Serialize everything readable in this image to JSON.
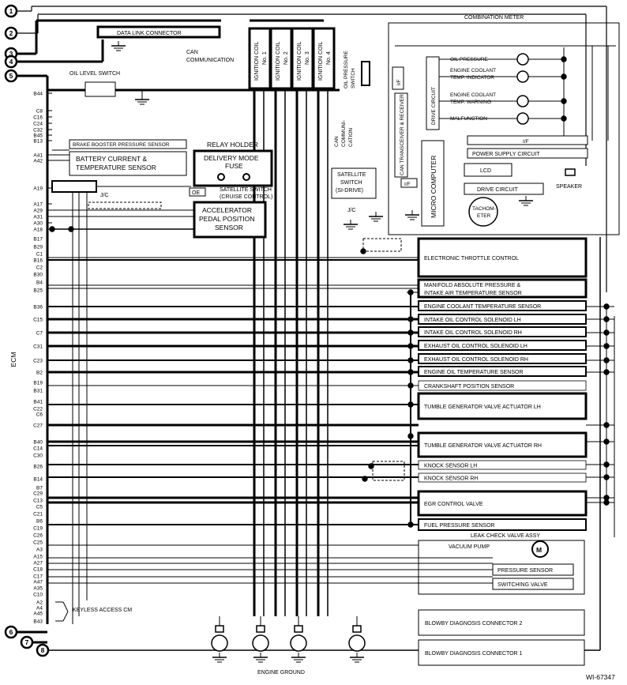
{
  "circles": [
    "1",
    "2",
    "3",
    "4",
    "5",
    "6",
    "7",
    "8"
  ],
  "ecm": {
    "label": "ECM",
    "pins_left": [
      "B44",
      "C8",
      "C16",
      "C24",
      "C32",
      "B45",
      "B13",
      "A41",
      "A42",
      "A19",
      "A17",
      "A29",
      "A31",
      "A30",
      "A18",
      "B17",
      "B29",
      "C1",
      "B16",
      "C2",
      "B30",
      "B4",
      "B25",
      "B36",
      "C15",
      "C7",
      "C31",
      "C23",
      "B2",
      "B19",
      "B31",
      "B41",
      "C22",
      "C6",
      "C27",
      "B40",
      "C14",
      "C30",
      "B26",
      "B14",
      "B7",
      "C29",
      "C13",
      "C5",
      "C21",
      "B6",
      "C19",
      "C26",
      "C25",
      "A3",
      "A15",
      "A27",
      "C18",
      "C17",
      "A47",
      "A35",
      "C10",
      "A2",
      "A4",
      "A45",
      "B43"
    ]
  },
  "components": {
    "data_link": "DATA LINK CONNECTOR",
    "can_comm": [
      "CAN",
      "COMMUNICATION"
    ],
    "ignition_coils": [
      {
        "title": "IGNITION COIL",
        "no": "No. 1"
      },
      {
        "title": "IGNITION COIL",
        "no": "No. 2"
      },
      {
        "title": "IGNITION COIL",
        "no": "No. 3"
      },
      {
        "title": "IGNITION COIL",
        "no": "No. 4"
      }
    ],
    "oil_level_switch": "OIL LEVEL SWITCH",
    "brake_booster": "BRAKE BOOSTER PRESSURE SENSOR",
    "battery_sensor": [
      "BATTERY CURRENT &",
      "TEMPERATURE SENSOR"
    ],
    "relay_holder": "RELAY HOLDER",
    "delivery_mode_fuse": [
      "DELIVERY MODE",
      "FUSE"
    ],
    "jc_left": "J/C",
    "oe": "OE",
    "satellite_cruise": [
      "SATELLITE SWITCH",
      "(CRUISE CONTROL)"
    ],
    "accel_pedal": [
      "ACCELERATOR",
      "PEDAL POSITION",
      "SENSOR"
    ],
    "keyless": "KEYLESS ACCESS CM",
    "engine_ground": "ENGINE GROUND"
  },
  "combination_meter": {
    "title": "COMBINATION METER",
    "oil_pressure_switch": [
      "OIL PRESSURE",
      "SWITCH"
    ],
    "can_comm_vertical": [
      "CAN",
      "COMMUNI-",
      "CATION"
    ],
    "can_transceiver": "CAN TRANSCEIVER & RECEIVER",
    "drive_circuit_v": "DRIVE CIRCUIT",
    "micro_computer": "MICRO COMPUTER",
    "if": "I/F",
    "indicators": [
      [
        "OIL PRESSURE"
      ],
      [
        "ENGINE COOLANT",
        "TEMP. INDICATOR"
      ],
      [
        "ENGINE COOLANT",
        "TEMP. WARNING"
      ],
      [
        "MALFUNCTION"
      ]
    ],
    "power_supply": "POWER SUPPLY CIRCUIT",
    "lcd": "LCD",
    "drive_circuit_h": "DRIVE CIRCUIT",
    "speaker": "SPEAKER",
    "satellite_si": [
      "SATELLITE",
      "SWITCH",
      "(SI-DRIVE)"
    ],
    "jc": "J/C",
    "tachometer": [
      "TACHOM-",
      "ETER"
    ]
  },
  "right_components": [
    "ELECTRONIC THROTTLE CONTROL",
    "MANIFOLD ABSOLUTE PRESSURE &",
    "INTAKE AIR TEMPERATURE SENSOR",
    "ENGINE COOLANT TEMPERATURE SENSOR",
    "INTAKE OIL CONTROL SOLENOID LH",
    "INTAKE OIL CONTROL SOLENOID RH",
    "EXHAUST OIL CONTROL SOLENOID LH",
    "EXHAUST OIL CONTROL SOLENOID RH",
    "ENGINE OIL TEMPERATURE SENSOR",
    "CRANKSHAFT POSITION SENSOR",
    "TUMBLE GENERATOR VALVE ACTUATOR LH",
    "TUMBLE GENERATOR VALVE ACTUATOR RH",
    "KNOCK SENSOR LH",
    "KNOCK SENSOR RH",
    "EGR CONTROL VALVE",
    "FUEL PRESSURE SENSOR"
  ],
  "leak_check": {
    "title": "LEAK CHECK VALVE ASSY",
    "vacuum_pump": "VACUUM PUMP",
    "motor": "M",
    "pressure_sensor": "PRESSURE SENSOR",
    "switching_valve": "SWITCHING VALVE"
  },
  "blowby": [
    "BLOWBY DIAGNOSIS CONNECTOR 2",
    "BLOWBY DIAGNOSIS CONNECTOR 1"
  ],
  "figure_id": "WI-67347"
}
